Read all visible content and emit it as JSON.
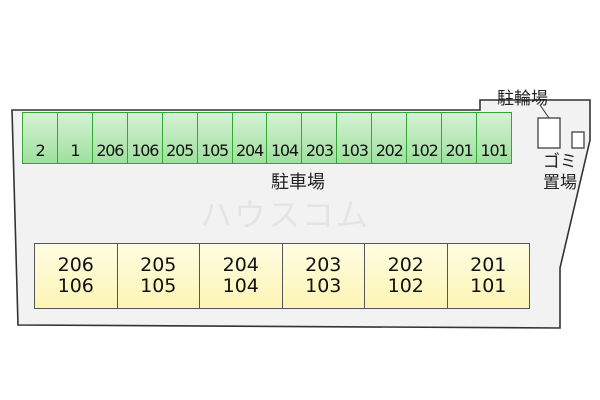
{
  "parking_label": "駐車場",
  "bike_parking_label": "駐輪場",
  "trash_label_line1": "ゴミ",
  "trash_label_line2": "置場",
  "watermark": "ハウスコム",
  "parking_spaces": [
    "2",
    "1",
    "206",
    "106",
    "205",
    "105",
    "204",
    "104",
    "203",
    "103",
    "202",
    "102",
    "201",
    "101"
  ],
  "building_units": [
    {
      "upper": "206",
      "lower": "106"
    },
    {
      "upper": "205",
      "lower": "105"
    },
    {
      "upper": "204",
      "lower": "104"
    },
    {
      "upper": "203",
      "lower": "103"
    },
    {
      "upper": "202",
      "lower": "102"
    },
    {
      "upper": "201",
      "lower": "101"
    }
  ],
  "colors": {
    "lot_fill": "#f2f2f2",
    "lot_border": "#333333",
    "space_border": "#34a834",
    "space_fill_top": "#d5f2d5",
    "space_fill_bottom": "#9fe09f",
    "building_fill": "#fffbd0"
  }
}
